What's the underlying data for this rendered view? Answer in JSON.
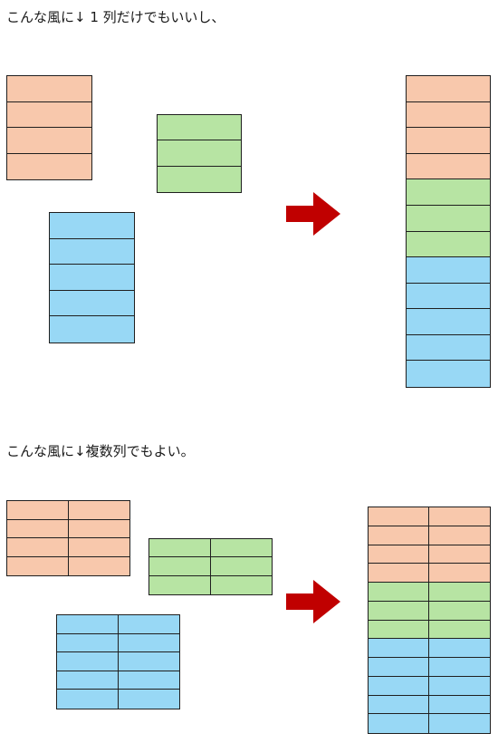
{
  "captions": {
    "single_column": "こんな風に↓ 1 列だけでもいいし、",
    "multi_column": "こんな風に↓複数列でもよい。"
  },
  "colors": {
    "orange": "#f8c8ac",
    "green": "#b7e4a3",
    "blue": "#98d8f5",
    "arrow": "#c00000",
    "border": "#1f1f1f"
  },
  "single_column_example": {
    "source_blocks": [
      {
        "color": "orange",
        "rows": 4,
        "cols": 1
      },
      {
        "color": "green",
        "rows": 3,
        "cols": 1
      },
      {
        "color": "blue",
        "rows": 5,
        "cols": 1
      }
    ],
    "result_block": {
      "segments": [
        {
          "color": "orange",
          "rows": 4
        },
        {
          "color": "green",
          "rows": 3
        },
        {
          "color": "blue",
          "rows": 5
        }
      ],
      "cols": 1
    }
  },
  "multi_column_example": {
    "source_blocks": [
      {
        "color": "orange",
        "rows": 4,
        "cols": 2
      },
      {
        "color": "green",
        "rows": 3,
        "cols": 2
      },
      {
        "color": "blue",
        "rows": 5,
        "cols": 2
      }
    ],
    "result_block": {
      "segments": [
        {
          "color": "orange",
          "rows": 4
        },
        {
          "color": "green",
          "rows": 3
        },
        {
          "color": "blue",
          "rows": 5
        }
      ],
      "cols": 2
    }
  },
  "icons": {
    "arrow": "right-arrow-icon"
  }
}
